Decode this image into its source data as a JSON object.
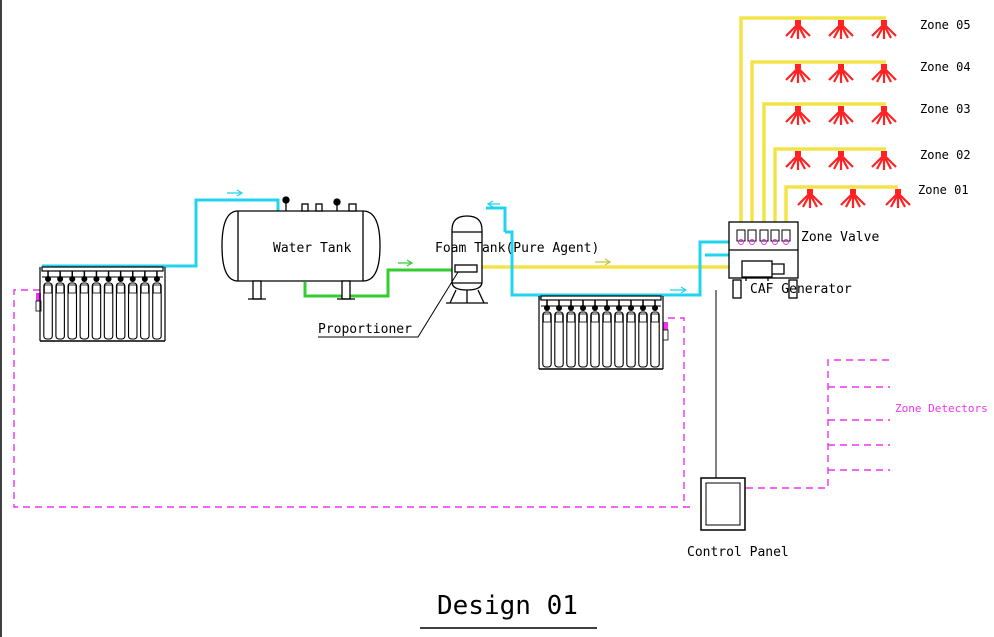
{
  "labels": {
    "water_tank": "Water Tank",
    "foam_tank": "Foam Tank(Pure Agent)",
    "proportioner": "Proportioner",
    "zone_valve": "Zone Valve",
    "caf_generator": "CAF Generator",
    "zone_detectors": "Zone Detectors",
    "control_panel": "Control Panel",
    "design_title": "Design 01"
  },
  "zones": [
    "Zone 05",
    "Zone 04",
    "Zone 03",
    "Zone 02",
    "Zone 01"
  ],
  "colors": {
    "water_line": "#22d3ee",
    "foam_line": "#f5f06a",
    "foam_core": "#f4d03f",
    "proportioner_line": "#33cc33",
    "signal_line": "#ee33ee",
    "nozzle": "#ff2222",
    "equipment": "#000000"
  }
}
